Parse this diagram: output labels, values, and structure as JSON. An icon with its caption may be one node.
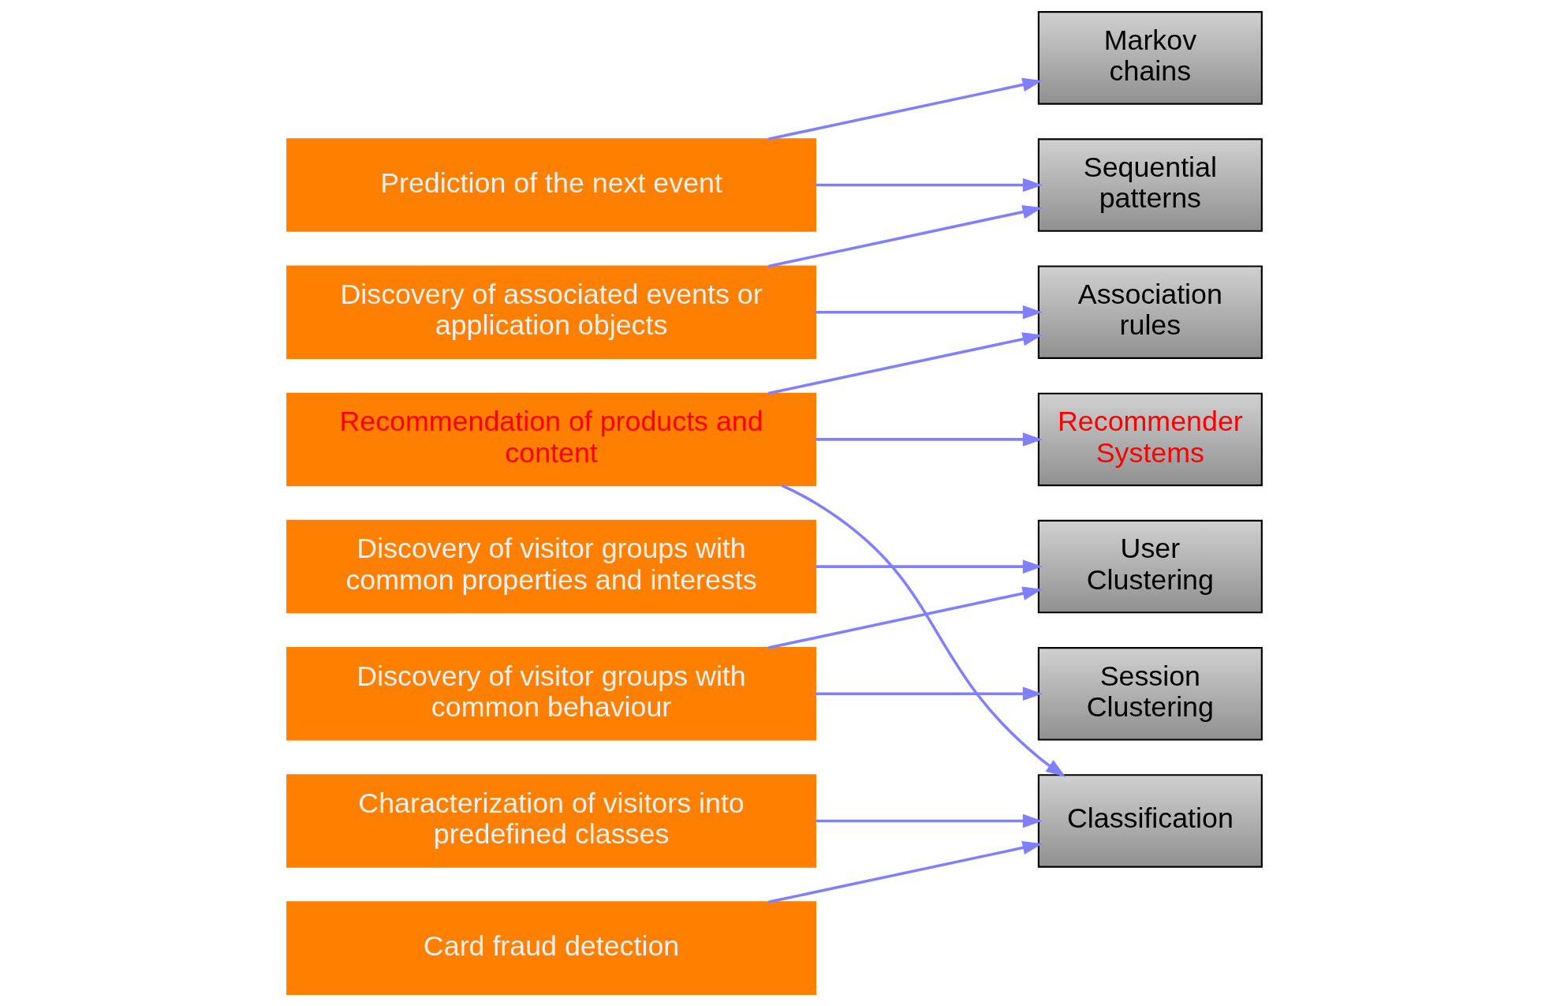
{
  "diagram": {
    "nodes": [
      {
        "text": [
          "Prediction of the next event"
        ]
      },
      {
        "text": [
          "Discovery of associated events or application objects"
        ]
      },
      {
        "text": [
          "Recommendation of products and content"
        ]
      },
      {
        "text": [
          "Discovery of visitor groups with common properties and interests"
        ]
      },
      {
        "text": [
          "Discovery of visitor groups with common behaviour"
        ]
      },
      {
        "text": [
          "Characterization of visitors into predefined classes"
        ]
      },
      {
        "text": [
          "Card fraud detection"
        ]
      },
      {
        "text": [
          "Markov chains"
        ]
      },
      {
        "text": [
          "Sequential patterns"
        ]
      },
      {
        "text": [
          "Association rules"
        ]
      },
      {
        "text": [
          "Recommender Systems"
        ]
      },
      {
        "text": [
          "User Clustering"
        ]
      },
      {
        "text": [
          "Session Clustering"
        ]
      },
      {
        "text": [
          "Classification"
        ]
      }
    ],
    "edges": [
      {
        "from": 0,
        "to": 7,
        "arrow": "to"
      },
      {
        "from": 0,
        "to": 8,
        "arrow": "to"
      },
      {
        "from": 1,
        "to": 8,
        "arrow": "to"
      },
      {
        "from": 1,
        "to": 9,
        "arrow": "to"
      },
      {
        "from": 2,
        "to": 9,
        "arrow": "to"
      },
      {
        "from": 2,
        "to": 10,
        "arrow": "to"
      },
      {
        "from": 2,
        "to": 13,
        "arrow": "to"
      },
      {
        "from": 3,
        "to": 11,
        "arrow": "to"
      },
      {
        "from": 4,
        "to": 11,
        "arrow": "to"
      },
      {
        "from": 4,
        "to": 12,
        "arrow": "to"
      },
      {
        "from": 5,
        "to": 13,
        "arrow": "to"
      },
      {
        "from": 6,
        "to": 13,
        "arrow": "to"
      }
    ]
  }
}
